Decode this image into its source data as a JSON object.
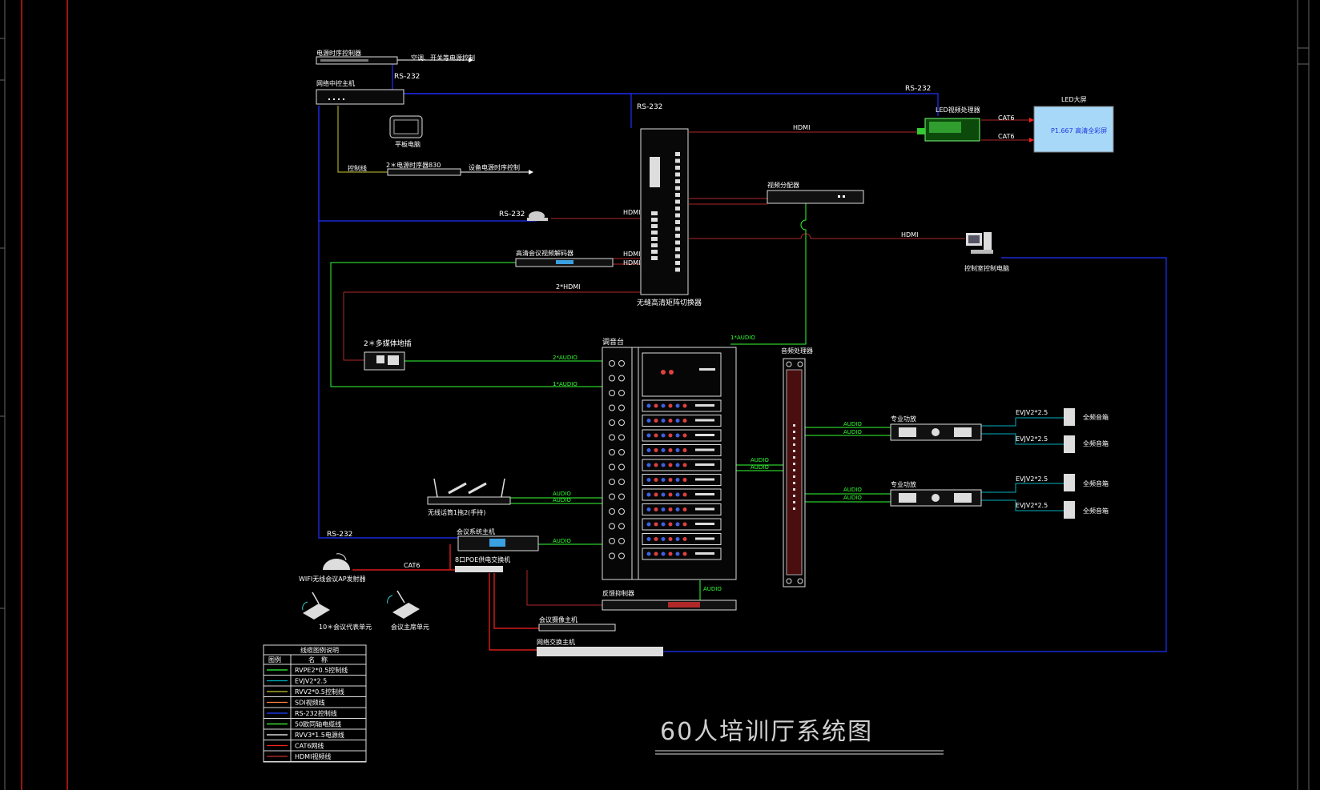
{
  "diagram": {
    "title": "60人培训厅系统图",
    "labels": {
      "power_sequencer": "电源时序控制器",
      "power_sequencer_out": "空调、开关等电源控制",
      "central_control": "网络中控主机",
      "rs232_a": "RS-232",
      "rs232_b": "RS-232",
      "rs232_c": "RS-232",
      "rs232_d": "RS-232",
      "rs232_e": "RS-232",
      "tablet": "平板电脑",
      "relay": "2＊电源时序器830",
      "relay_line": "控制线",
      "relay_out": "设备电源时序控制",
      "camera_hdmi": "HDMI",
      "decoder": "高清会议视频解码器",
      "decoder_hdmi_1": "HDMI",
      "decoder_hdmi_2": "HDMI",
      "matrix_hdmi_2": "2*HDMI",
      "matrix": "无缝高清矩阵切换器",
      "hdmi_top": "HDMI",
      "led_processor": "LED视频处理器",
      "cat6_a": "CAT6",
      "cat6_b": "CAT6",
      "led_screen": "LED大屏",
      "led_screen_inner": "P1.667 高清全彩屏",
      "video_distributor": "视频分配器",
      "hdmi_pc": "HDMI",
      "pc": "控制室控制电脑",
      "multimedia_box": "2＊多媒体地插",
      "audio_2_a": "2*AUDIO",
      "audio_1_a": "1*AUDIO",
      "audio_1_b": "1*AUDIO",
      "mixer": "调音台",
      "audio_processor": "音频处理器",
      "audio_mix_1": "AUDIO",
      "audio_mix_2": "AUDIO",
      "amp_audio_1": "AUDIO",
      "amp_audio_2": "AUDIO",
      "amp_audio_3": "AUDIO",
      "amp_audio_4": "AUDIO",
      "amp1": "专业功放",
      "amp2": "专业功放",
      "cable_1": "EVJV2*2.5",
      "cable_2": "EVJV2*2.5",
      "cable_3": "EVJV2*2.5",
      "cable_4": "EVJV2*2.5",
      "speaker_1": "全频音箱",
      "speaker_2": "全频音箱",
      "speaker_3": "全频音箱",
      "speaker_4": "全频音箱",
      "wireless_mic": "无线话筒1拖2(手持)",
      "wireless_audio_1": "AUDIO",
      "wireless_audio_2": "AUDIO",
      "conf_host": "会议系统主机",
      "conf_audio": "AUDIO",
      "poe_switch": "8口POE供电交换机",
      "cat6_wifi": "CAT6",
      "wifi_ap": "WIFI无线会议AP发射器",
      "delegate_unit": "10＊会议代表单元",
      "chair_unit": "会议主席单元",
      "feedback": "反馈抑制器",
      "feedback_audio": "AUDIO",
      "small_device": "会议摄像主机",
      "network_switch": "网络交换主机"
    },
    "legend": {
      "title": "线缆图例说明",
      "col_symbol": "图例",
      "col_name": "名　称",
      "items": [
        {
          "color": "#33ff33",
          "name": "RVPE2*0.5控制线"
        },
        {
          "color": "#00b0c0",
          "name": "EVJV2*2.5"
        },
        {
          "color": "#c8c830",
          "name": "RVV2*0.5控制线"
        },
        {
          "color": "#ff8040",
          "name": "SDI视频线"
        },
        {
          "color": "#2040ff",
          "name": "RS-232控制线"
        },
        {
          "color": "#40ff40",
          "name": "50欧同轴电缆线"
        },
        {
          "color": "#ffffff",
          "name": "RVV3*1.5电源线"
        },
        {
          "color": "#ff2020",
          "name": "CAT6网线"
        },
        {
          "color": "#c03030",
          "name": "HDMI视频线"
        }
      ]
    }
  }
}
